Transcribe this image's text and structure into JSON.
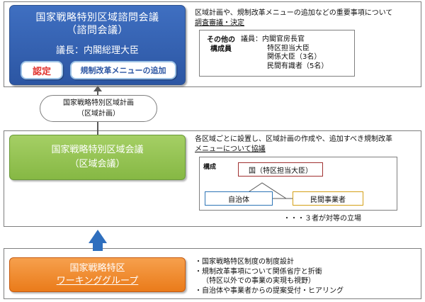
{
  "advisory": {
    "title_line1": "国家戦略特別区域諮問会議",
    "title_line2": "（諮問会議）",
    "chair": "議長：内閣総理大臣",
    "approve_label": "認定",
    "add_label": "規制改革メニューの追加",
    "description_line1": "区域計画や、規制改革メニューの追加などの重要事項について",
    "description_line2": "調査審議・決定",
    "other_members_label_line1": "その他の",
    "other_members_label_line2": "構成員",
    "members": [
      "議員：内閣官房長官",
      "特区担当大臣",
      "関係大臣（3名）",
      "民間有識者（5名）"
    ]
  },
  "plan": {
    "line1": "国家戦略特別区域計画",
    "line2": "（区域計画）"
  },
  "zone": {
    "title_line1": "国家戦略特別区域会議",
    "title_line2": "（区域会議）",
    "description_line1": "各区域ごとに設置し、区域計画の作成や、追加すべき規制改革",
    "description_line2": "メニューについて協議",
    "composition_label": "構成",
    "node_nation": "国（特区担当大臣）",
    "node_local": "自治体",
    "node_business": "民間事業者",
    "equal_note": "・・・３者が対等の立場"
  },
  "wg": {
    "title_line1": "国家戦略特区",
    "title_line2": "ワーキンググループ",
    "tasks": [
      "・国家戦略特区制度の制度設計",
      "・規制改革事項について関係省庁と折衝",
      "（特区以外での事業の実現も視野）",
      "・自治体や事業者からの提案受付・ヒアリング"
    ]
  },
  "colors": {
    "advisory": "#2c56a3",
    "zone": "#86b844",
    "wg": "#ea7b1a",
    "approve_text": "#e0342f"
  }
}
